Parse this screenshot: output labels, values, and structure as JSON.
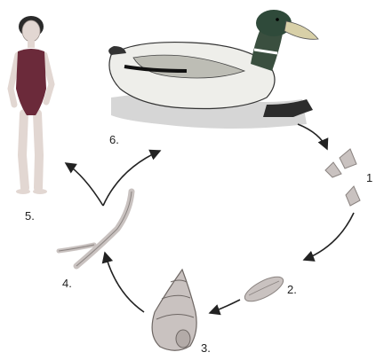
{
  "labels": {
    "egg": "1",
    "miracidium": "2.",
    "snail": "3.",
    "cercaria": "4.",
    "human": "5.",
    "duck": "6."
  },
  "colors": {
    "arrow": "#222222",
    "swimsuit": "#6b2a3a",
    "skin": "#e2d7d2",
    "hair": "#2a2a2a",
    "duck_head": "#2f4a3a",
    "duck_bill": "#d8d0a8",
    "stage_fill": "#c9c2c0",
    "stage_stroke": "#8a8380"
  },
  "icons": {
    "human": "human-figure-icon",
    "duck": "mallard-duck-icon",
    "snail": "snail-shell-icon"
  }
}
